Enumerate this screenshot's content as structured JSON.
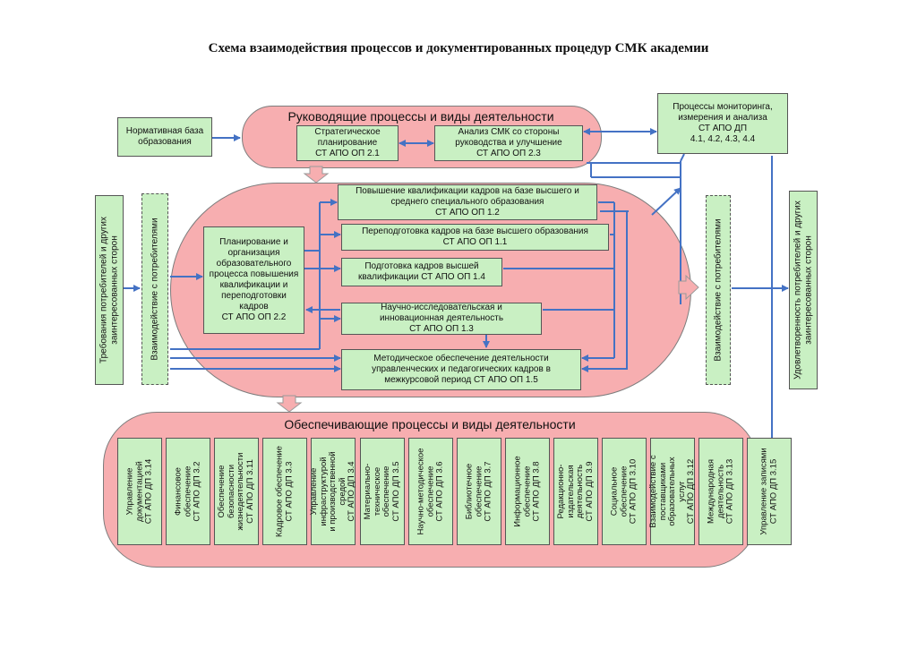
{
  "title": "Схема взаимодействия процессов и документированных процедур СМК академии",
  "management": {
    "label": "Руководящие процессы и виды деятельности",
    "strategic": "Стратегическое\nпланирование\nСТ АПО ОП 2.1",
    "analysis": "Анализ СМК со стороны\nруководства и улучшение\nСТ АПО ОП 2.3"
  },
  "normative_base": "Нормативная база\nобразования",
  "monitoring": "Процессы мониторинга,\nизмерения и анализа\nСТ АПО ДП\n4.1, 4.2, 4.3, 4.4",
  "main": {
    "planning": "Планирование и\nорганизация\nобразовательного\nпроцесса повышения\nквалификации и\nпереподготовки\nкадров\nСТ АПО ОП 2.2",
    "processes": [
      "Повышение квалификации кадров на базе высшего и\nсреднего специального образования\nСТ АПО ОП 1.2",
      "Переподготовка кадров на базе высшего образования\nСТ АПО ОП 1.1",
      "Подготовка кадров высшей\nквалификации СТ АПО ОП 1.4",
      "Научно-исследовательская и\nинновационная деятельность\nСТ АПО ОП 1.3",
      "Методическое обеспечение деятельности\nуправленческих и педагогических кадров в\nмежкурсовой период СТ АПО ОП 1.5"
    ]
  },
  "side": {
    "requirements": "Требования потребителей и других\nзаинтересованных сторон",
    "interaction_left": "Взаимодействие с потребителями",
    "interaction_right": "Взаимодействие с потребителями",
    "satisfaction": "Удовлетворенность потребителей и других\nзаинтересованных сторон"
  },
  "support": {
    "label": "Обеспечивающие процессы и виды деятельности",
    "items": [
      "Управление\nдокументацией\nСТ АПО ДП 3.14",
      "Финансовое\nобеспечение\nСТ АПО ДП 3.2",
      "Обеспечение\nбезопасности\nжизнедеятельности\nСТ АПО ДП 3.11",
      "Кадровое обеспечение\nСТ АПО ДП 3.3",
      "Управление\nинфраструктурой\nи производственной\nсредой\nСТ АПО ДП 3.4",
      "Материально-\nтехническое\nобеспечение\nСТ АПО ДП 3.5",
      "Научно-методическое\nобеспечение\nСТ АПО ДП 3.6",
      "Библиотечное\nобеспечение\nСТ АПО ДП 3.7",
      "Информационное\nобеспечение\nСТ АПО ДП 3.8",
      "Редакционно-\nиздательская\nдеятельность\nСТ АПО ДП 3.9",
      "Социальное\nобеспечение\nСТ АПО ДП 3.10",
      "Взаимодействие с\nпоставщиками\nобразовательных\nуслуг\nСТ АПО ДП 3.12",
      "Международная\nдеятельность\nСТ АПО ДП 3.13",
      "Управление записями\nСТ АПО ДП 3.15"
    ]
  },
  "colors": {
    "pill": "#f7aeb0",
    "box": "#c9f0c3",
    "arrow": "#4472c4"
  }
}
